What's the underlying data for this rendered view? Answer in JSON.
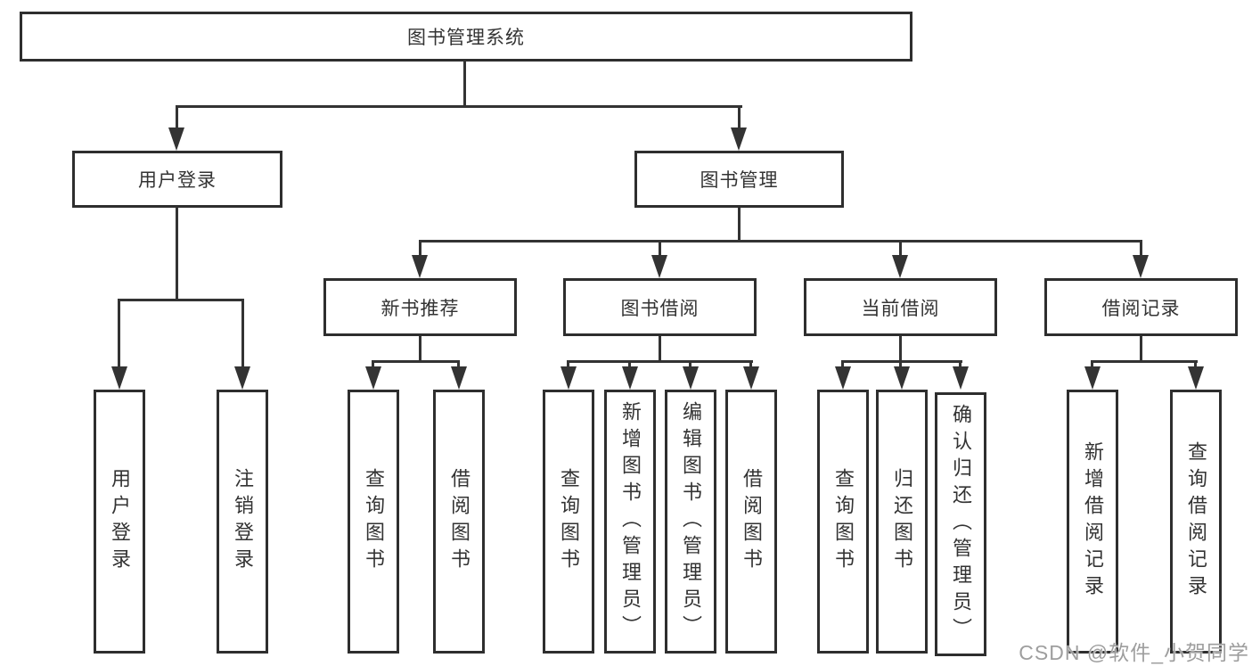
{
  "diagram": {
    "title": "图书管理系统",
    "root": {
      "label": "图书管理系统"
    },
    "level1": [
      {
        "label": "用户登录",
        "leaves": [
          "用户登录",
          "注销登录"
        ]
      },
      {
        "label": "图书管理"
      }
    ],
    "level2": [
      {
        "label": "新书推荐",
        "leaves": [
          "查询图书",
          "借阅图书"
        ]
      },
      {
        "label": "图书借阅",
        "leaves": [
          "查询图书",
          "新增图书（管理员）",
          "编辑图书（管理员）",
          "借阅图书"
        ]
      },
      {
        "label": "当前借阅",
        "leaves": [
          "查询图书",
          "归还图书",
          "确认归还（管理员）"
        ]
      },
      {
        "label": "借阅记录",
        "leaves": [
          "新增借阅记录",
          "查询借阅记录"
        ]
      }
    ]
  },
  "watermark": {
    "text": "CSDN @软件_小贺同学",
    "color": "#9e9e9e"
  },
  "colors": {
    "line": "#333333",
    "box_border": "#2e2e2e",
    "text": "#333333",
    "background": "#ffffff"
  }
}
